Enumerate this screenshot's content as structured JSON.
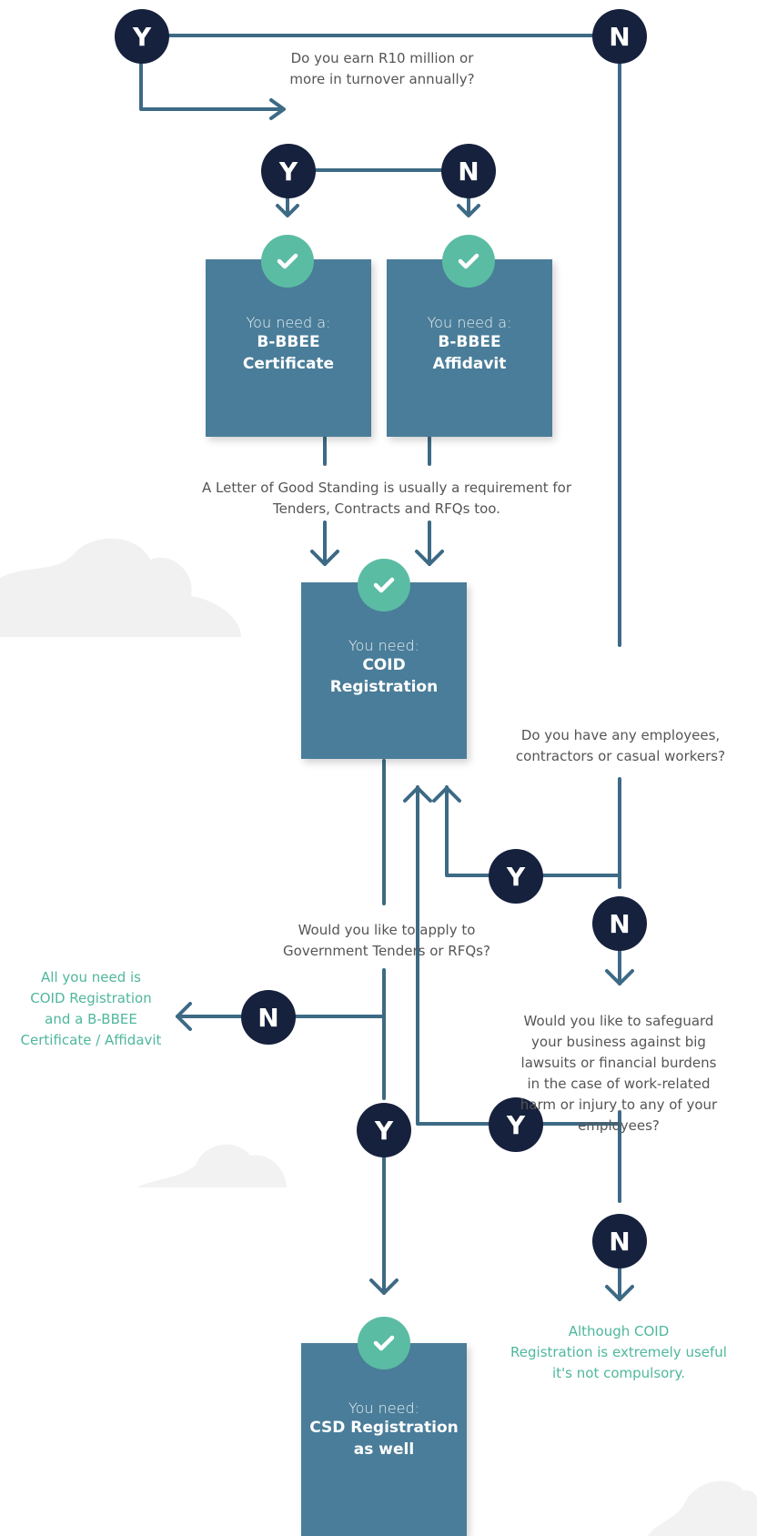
{
  "nodes": {
    "yes": "Y",
    "no": "N"
  },
  "questions": {
    "turnover": "Do you earn R10 million or\nmore in turnover annually?",
    "good_standing": "A Letter of Good Standing is usually a requirement for\nTenders, Contracts and RFQs too.",
    "employees": "Do you have any employees,\ncontractors or casual workers?",
    "tenders": "Would you like to apply to\nGovernment Tenders or RFQs?",
    "safeguard": "Would you like to safeguard\nyour business against big\nlawsuits or financial burdens\nin the case of work-related\nharm or injury to any of your\nemployees?"
  },
  "boxes": {
    "bbbee_certificate": {
      "intro": "You need a:",
      "strong": "B-BBEE\nCertificate"
    },
    "bbbee_affidavit": {
      "intro": "You need a:",
      "strong": "B-BBEE\nAffidavit"
    },
    "coid": {
      "intro": "You need:",
      "strong": "COID\nRegistration"
    },
    "csd": {
      "intro": "You need:",
      "strong": "CSD Registration\nas well"
    }
  },
  "outcomes": {
    "coid_and_bbbee": "All you need is\nCOID Registration\nand a B-BBEE\nCertificate / Affidavit",
    "not_compulsory": "Although COID\nRegistration is extremely useful\nit's not compulsory."
  },
  "colors": {
    "node": "#16213d",
    "box": "#4a7d99",
    "check": "#5bbca4",
    "line": "#3d6a85",
    "outcome_text": "#4fb79c",
    "question_text": "#555555"
  }
}
